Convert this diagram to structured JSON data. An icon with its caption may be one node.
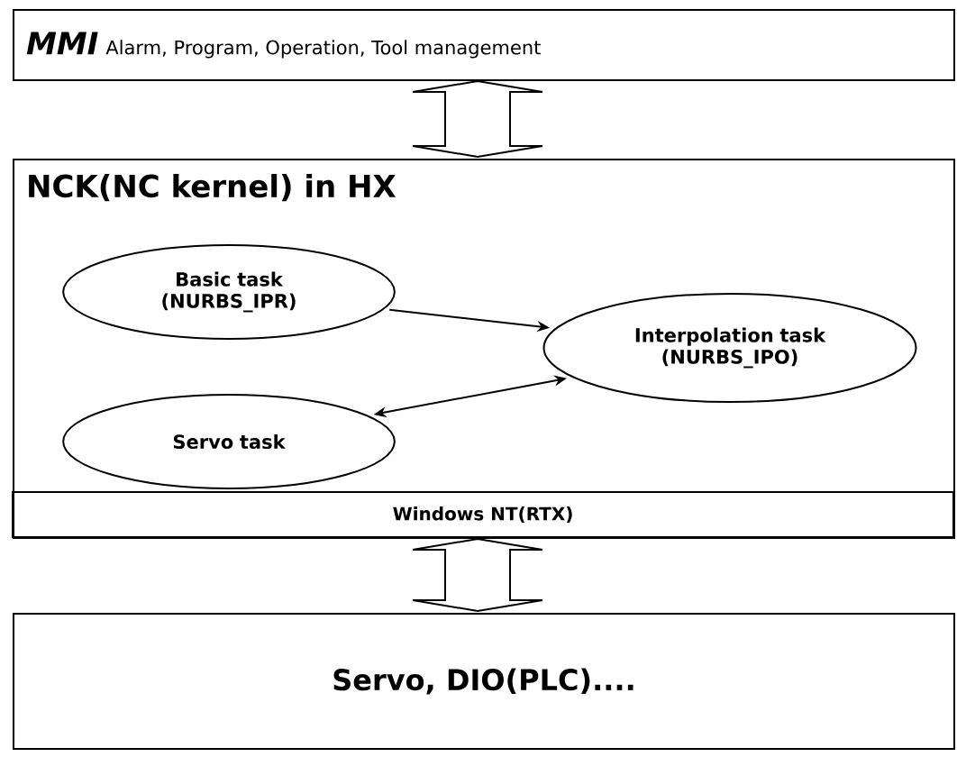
{
  "diagram": {
    "nodes": [
      {
        "text": [
          "MMI",
          "Alarm, Program, Operation, Tool management"
        ]
      },
      {
        "text": [
          "NCK(NC kernel) in HX"
        ]
      },
      {
        "text": [
          "Basic task (NURBS_IPR)"
        ],
        "in": 1
      },
      {
        "text": [
          "Interpolation task (NURBS_IPO)"
        ],
        "in": 1
      },
      {
        "text": [
          "Servo task"
        ],
        "in": 1
      },
      {
        "text": [
          "Windows NT(RTX)"
        ],
        "in": 1
      },
      {
        "text": [
          "Servo, DIO(PLC)...."
        ]
      }
    ],
    "edges": [
      {
        "from": 0,
        "to": 1,
        "arrow": "both"
      },
      {
        "from": 2,
        "to": 3,
        "arrow": "to"
      },
      {
        "from": 4,
        "to": 3,
        "arrow": "both"
      },
      {
        "from": 1,
        "to": 6,
        "arrow": "both"
      }
    ]
  }
}
